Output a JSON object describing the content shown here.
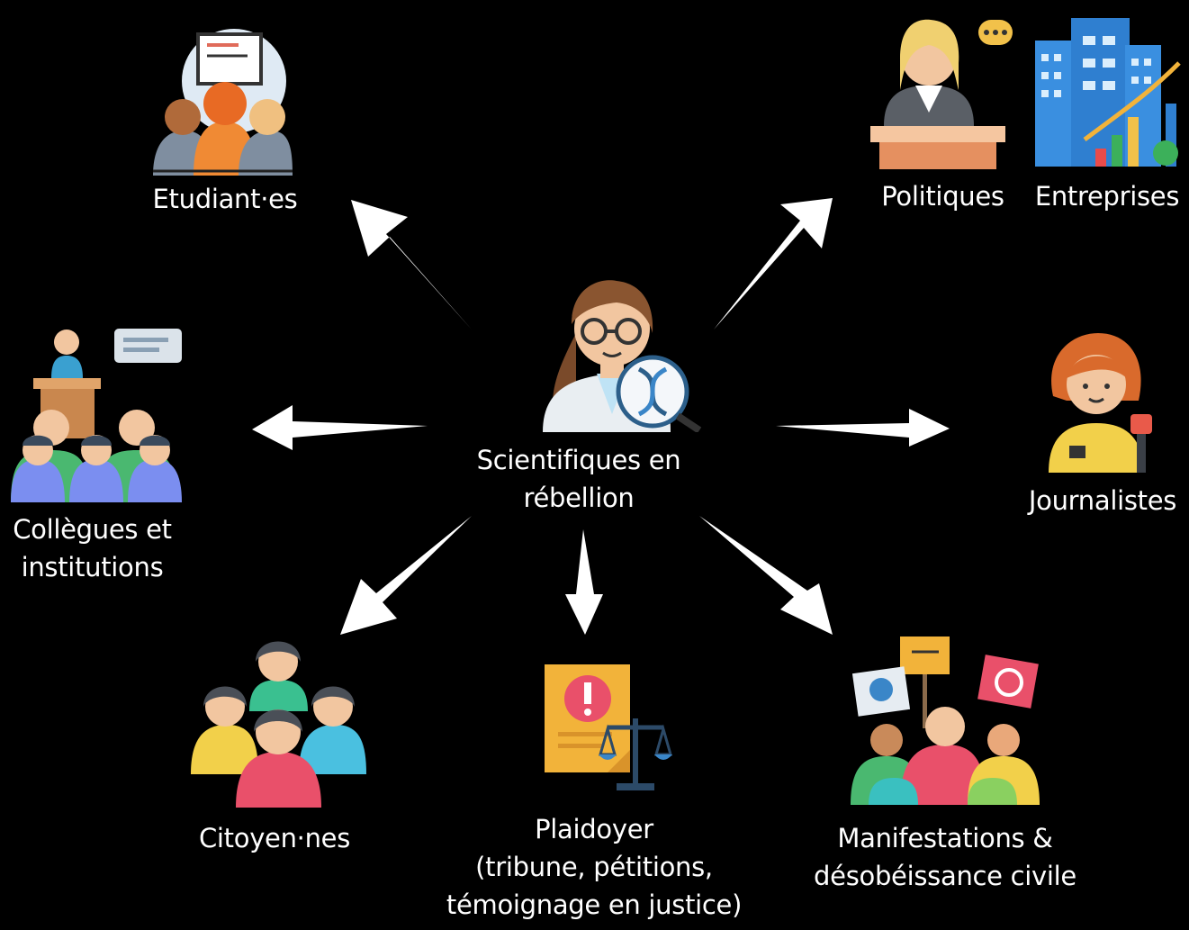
{
  "center": {
    "lines": [
      "Scientifiques en",
      "rébellion"
    ]
  },
  "nodes": {
    "students": {
      "lines": [
        "Etudiant·es"
      ]
    },
    "politicians": {
      "lines": [
        "Politiques"
      ]
    },
    "companies": {
      "lines": [
        "Entreprises"
      ]
    },
    "colleagues": {
      "lines": [
        "Collègues et",
        "institutions"
      ]
    },
    "journalists": {
      "lines": [
        "Journalistes"
      ]
    },
    "citizens": {
      "lines": [
        "Citoyen·nes"
      ]
    },
    "advocacy": {
      "lines": [
        "Plaidoyer",
        "(tribune, pétitions,",
        "témoignage en justice)"
      ]
    },
    "protests": {
      "lines": [
        "Manifestations &",
        "désobéissance civile"
      ]
    }
  },
  "colors": {
    "background": "#000000",
    "text": "#ffffff",
    "arrow": "#ffffff"
  },
  "icons": {
    "center": "scientist-with-dna-icon",
    "students": "classroom-presentation-icon",
    "politicians": "speaker-at-podium-icon",
    "companies": "office-buildings-growth-icon",
    "colleagues": "conference-audience-icon",
    "journalists": "reporter-with-microphone-icon",
    "citizens": "group-of-people-icon",
    "advocacy": "legal-document-warning-icon",
    "protests": "protest-signs-crowd-icon"
  }
}
